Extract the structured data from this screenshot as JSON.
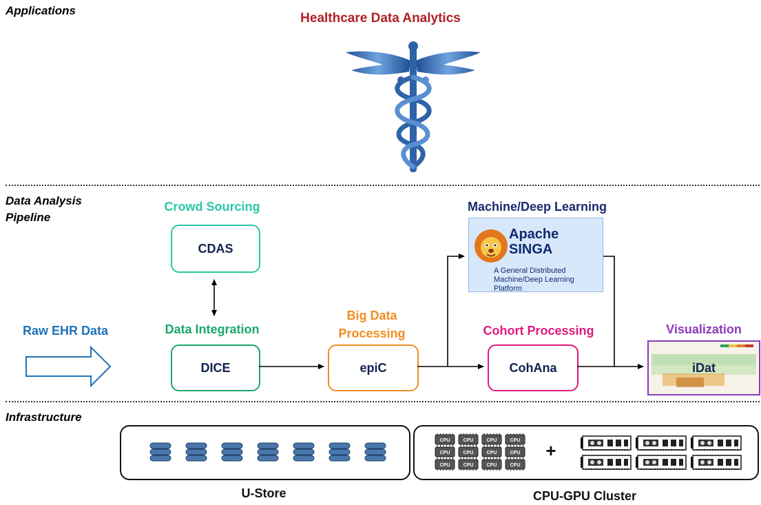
{
  "sections": {
    "applications": "Applications",
    "pipeline": "Data Analysis Pipeline",
    "infrastructure": "Infrastructure"
  },
  "applications": {
    "title": "Healthcare Data Analytics",
    "icon": "caduceus-icon"
  },
  "pipeline": {
    "raw_input": "Raw EHR Data",
    "crowd": {
      "heading": "Crowd Sourcing",
      "box": "CDAS"
    },
    "integration": {
      "heading": "Data Integration",
      "box": "DICE"
    },
    "bigdata": {
      "heading": "Big Data Processing",
      "box": "epiC"
    },
    "cohort": {
      "heading": "Cohort Processing",
      "box": "CohAna"
    },
    "ml": {
      "heading": "Machine/Deep Learning",
      "name": "Apache SINGA",
      "name_line1": "Apache",
      "name_line2": "SINGA",
      "tagline_line1": "A General Distributed",
      "tagline_line2": "Machine/Deep Learning Platform"
    },
    "viz": {
      "heading": "Visualization",
      "box": "iDat"
    }
  },
  "infrastructure": {
    "store": {
      "caption": "U-Store",
      "disk_count": 7
    },
    "cluster": {
      "caption": "CPU-GPU Cluster",
      "cpu_label": "CPU",
      "plus": "+",
      "cpu_grid": [
        3,
        4
      ],
      "gpu_grid": [
        2,
        3
      ]
    }
  },
  "colors": {
    "app_title": "#b21f24",
    "raw": "#1f73b8",
    "crowd": "#2ec7a4",
    "integration": "#1aa86b",
    "bigdata": "#f28c1e",
    "cohort": "#e0197d",
    "ml": "#1a2a6c",
    "viz": "#8a3ab9",
    "box_text": "#13234f",
    "caduceus": "#2e63a8",
    "singa_bg": "#d7e8fb",
    "disk": "#4a78ad"
  }
}
